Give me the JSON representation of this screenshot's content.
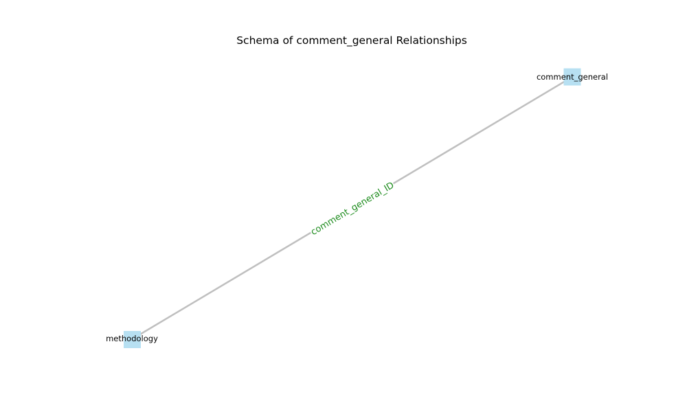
{
  "title": "Schema of comment_general Relationships",
  "colors": {
    "node_fill": "#b7e0f2",
    "edge_stroke": "#bfbfbf",
    "edge_label": "#1e8c1e",
    "background": "#ffffff"
  },
  "nodes": {
    "comment_general": {
      "label": "comment_general"
    },
    "methodology": {
      "label": "methodology"
    }
  },
  "edges": [
    {
      "source": "methodology",
      "target": "comment_general",
      "label": "comment_general_ID"
    }
  ]
}
